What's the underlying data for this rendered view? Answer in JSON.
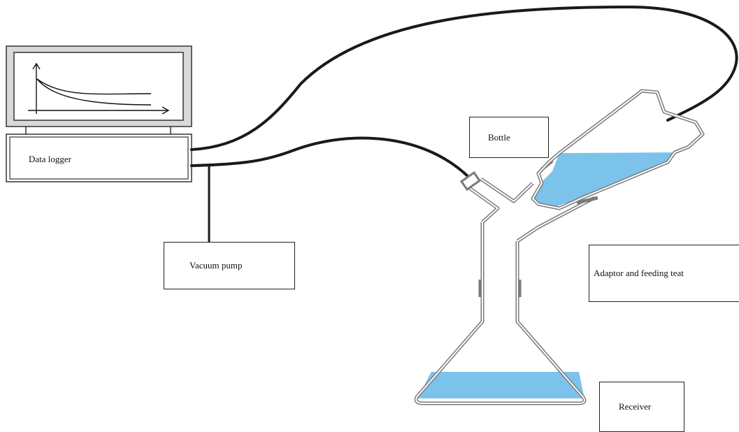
{
  "labels": {
    "data_logger": "Data logger",
    "bottle": "Bottle",
    "vacuum_pump": "Vacuum pump",
    "adaptor": "Adaptor and feeding teat",
    "receiver": "Receiver"
  },
  "colors": {
    "liquid": "#7cc3ec",
    "glass_outline": "#7a7a7a",
    "tubing": "#1a1a1a",
    "monitor_frame": "#d9d9d9"
  },
  "icons": {
    "monitor_graph": "decay-curves-graph-icon"
  }
}
